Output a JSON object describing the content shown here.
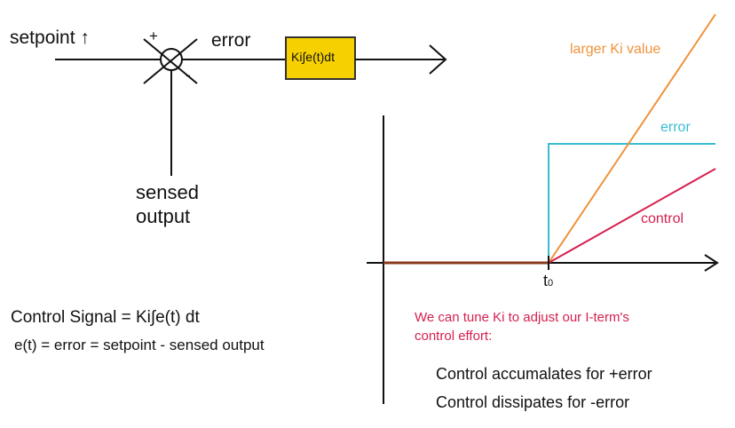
{
  "block_diagram": {
    "input_label": "setpoint ↑",
    "plus_sign": "+",
    "minus_sign": "-",
    "error_label": "error",
    "block_label": "Ki∫e(t)dt",
    "feedback_label_line1": "sensed",
    "feedback_label_line2": "output"
  },
  "plot": {
    "curve_labels": {
      "larger_ki": "larger Ki value",
      "error": "error",
      "control": "control"
    },
    "t0_label": "t",
    "t0_subscript": "0"
  },
  "equations": {
    "line1": "Control Signal = Ki∫e(t) dt",
    "line2": "e(t) = error = setpoint - sensed output"
  },
  "notes": {
    "tune_line1": "We can tune Ki to adjust our I-term's",
    "tune_line2": "control effort:",
    "accumulate": "Control accumalates for +error",
    "dissipate": "Control dissipates for -error"
  },
  "colors": {
    "orange": "#f0923a",
    "cyan": "#38bcd4",
    "red": "#d6204f",
    "block_fill": "#f6d000",
    "brown": "#8b3a1c"
  }
}
